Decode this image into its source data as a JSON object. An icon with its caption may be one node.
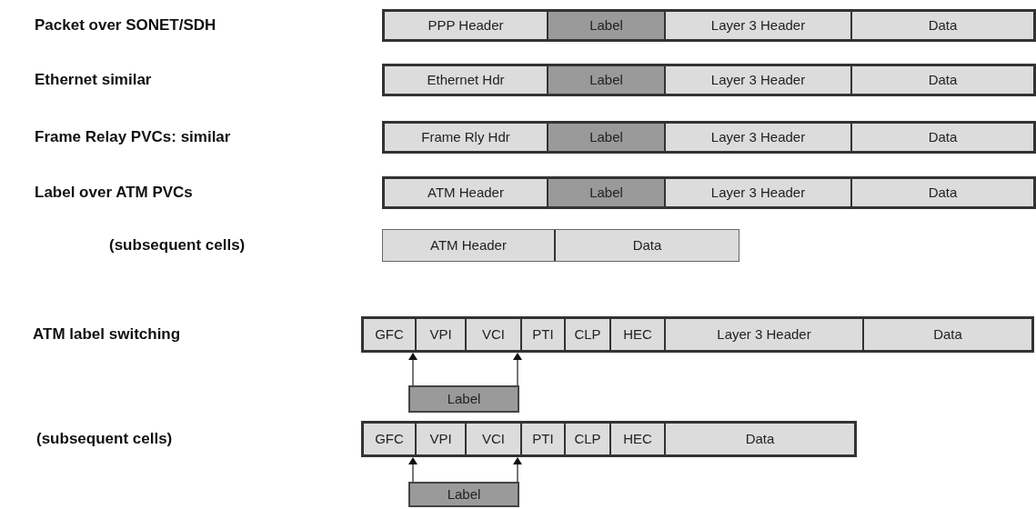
{
  "diagram": {
    "nodes": [
      {
        "text": [],
        "shape": "bar"
      },
      {
        "text": [
          "PPP Header"
        ],
        "in": 0
      },
      {
        "text": [
          "Label"
        ],
        "in": 0
      },
      {
        "text": [
          "Layer 3 Header"
        ],
        "in": 0
      },
      {
        "text": [
          "Data"
        ],
        "in": 0
      },
      {
        "text": [],
        "shape": "bar"
      },
      {
        "text": [
          "Ethernet Hdr"
        ],
        "in": 5
      },
      {
        "text": [
          "Label"
        ],
        "in": 5
      },
      {
        "text": [
          "Layer 3 Header"
        ],
        "in": 5
      },
      {
        "text": [
          "Data"
        ],
        "in": 5
      },
      {
        "text": [],
        "shape": "bar"
      },
      {
        "text": [
          "Frame Rly Hdr"
        ],
        "in": 10
      },
      {
        "text": [
          "Label"
        ],
        "in": 10
      },
      {
        "text": [
          "Layer 3 Header"
        ],
        "in": 10
      },
      {
        "text": [
          "Data"
        ],
        "in": 10
      },
      {
        "text": [],
        "shape": "bar"
      },
      {
        "text": [
          "ATM Header"
        ],
        "in": 15
      },
      {
        "text": [
          "Label"
        ],
        "in": 15
      },
      {
        "text": [
          "Layer 3 Header"
        ],
        "in": 15
      },
      {
        "text": [
          "Data"
        ],
        "in": 15
      },
      {
        "text": [],
        "shape": "bar"
      },
      {
        "text": [
          "ATM Header"
        ],
        "in": 20
      },
      {
        "text": [
          "Data"
        ],
        "in": 20
      },
      {
        "text": [],
        "shape": "bar"
      },
      {
        "text": [
          "GFC"
        ],
        "in": 23
      },
      {
        "text": [
          "VPI"
        ],
        "in": 23
      },
      {
        "text": [
          "VCI"
        ],
        "in": 23
      },
      {
        "text": [
          "PTI"
        ],
        "in": 23
      },
      {
        "text": [
          "CLP"
        ],
        "in": 23
      },
      {
        "text": [
          "HEC"
        ],
        "in": 23
      },
      {
        "text": [
          "Layer 3 Header"
        ],
        "in": 23
      },
      {
        "text": [
          "Data"
        ],
        "in": 23
      },
      {
        "text": [
          "Label"
        ]
      },
      {
        "text": [],
        "shape": "bar"
      },
      {
        "text": [
          "GFC"
        ],
        "in": 33
      },
      {
        "text": [
          "VPI"
        ],
        "in": 33
      },
      {
        "text": [
          "VCI"
        ],
        "in": 33
      },
      {
        "text": [
          "PTI"
        ],
        "in": 33
      },
      {
        "text": [
          "CLP"
        ],
        "in": 33
      },
      {
        "text": [
          "HEC"
        ],
        "in": 33
      },
      {
        "text": [
          "Data"
        ],
        "in": 33
      },
      {
        "text": [
          "Label"
        ]
      }
    ],
    "edges": [
      {
        "from": 32,
        "to": 23,
        "arrow": "to"
      },
      {
        "from": 32,
        "to": 23,
        "arrow": "to"
      },
      {
        "from": 41,
        "to": 33,
        "arrow": "to"
      },
      {
        "from": 41,
        "to": 33,
        "arrow": "to"
      }
    ],
    "labels": [
      "Packet over SONET/SDH",
      "Ethernet similar",
      "Frame Relay PVCs: similar",
      "Label over ATM PVCs",
      "(subsequent cells)",
      "ATM label switching",
      "(subsequent cells)"
    ]
  }
}
